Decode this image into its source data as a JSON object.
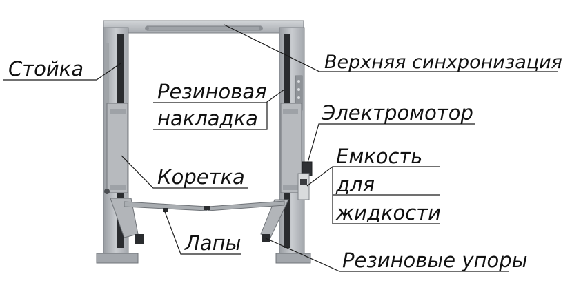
{
  "labels": {
    "stoyka": "Стойка",
    "upper_sync": "Верхняя синхронизация",
    "rubber_pad_1": "Резиновая",
    "rubber_pad_2": "накладка",
    "motor": "Электромотор",
    "carriage": "Коретка",
    "tank_1": "Емкость",
    "tank_2": "для",
    "tank_3": "жидкости",
    "arms": "Лапы",
    "rubber_stops": "Резиновые упоры"
  },
  "colors": {
    "frame": "#b9bcc0",
    "frame_dark": "#7d8186",
    "slot": "#2a2c2f",
    "leader": "#1a1a1a",
    "text": "#111111"
  }
}
